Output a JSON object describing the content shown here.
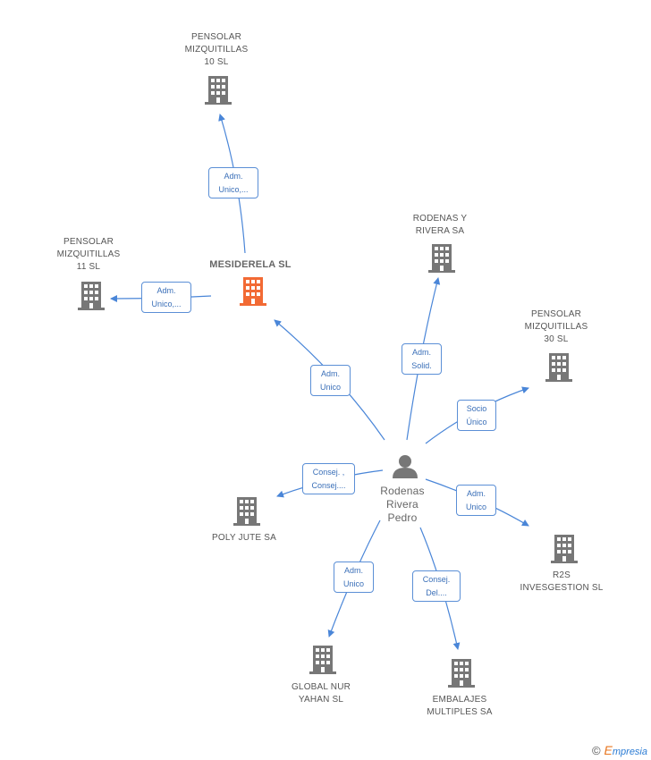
{
  "colors": {
    "edge": "#4a86d8",
    "building": "#777777",
    "center_building": "#f26a34",
    "person": "#777777"
  },
  "center": {
    "name": "MESIDERELA SL",
    "icon": "building-icon"
  },
  "person": {
    "lines": [
      "Rodenas",
      "Rivera",
      "Pedro"
    ],
    "icon": "person-icon"
  },
  "companies": [
    {
      "id": "pm10",
      "lines": [
        "PENSOLAR",
        "MIZQUITILLAS",
        "10 SL"
      ]
    },
    {
      "id": "pm11",
      "lines": [
        "PENSOLAR",
        "MIZQUITILLAS",
        "11 SL"
      ]
    },
    {
      "id": "ryr",
      "lines": [
        "RODENAS Y",
        "RIVERA SA"
      ]
    },
    {
      "id": "pm30",
      "lines": [
        "PENSOLAR",
        "MIZQUITILLAS",
        "30 SL"
      ]
    },
    {
      "id": "poly",
      "lines": [
        "POLY JUTE SA"
      ]
    },
    {
      "id": "r2s",
      "lines": [
        "R2S",
        "INVESGESTION SL"
      ]
    },
    {
      "id": "gny",
      "lines": [
        "GLOBAL NUR",
        "YAHAN SL"
      ]
    },
    {
      "id": "emb",
      "lines": [
        "EMBALAJES",
        "MULTIPLES SA"
      ]
    }
  ],
  "relations": [
    {
      "id": "r-pm10",
      "lines": [
        "Adm.",
        "Unico,..."
      ]
    },
    {
      "id": "r-pm11",
      "lines": [
        "Adm.",
        "Unico,..."
      ]
    },
    {
      "id": "r-mes",
      "lines": [
        "Adm.",
        "Unico"
      ]
    },
    {
      "id": "r-ryr",
      "lines": [
        "Adm.",
        "Solid."
      ]
    },
    {
      "id": "r-pm30",
      "lines": [
        "Socio",
        "Único"
      ]
    },
    {
      "id": "r-poly",
      "lines": [
        "Consej. ,",
        "Consej...."
      ]
    },
    {
      "id": "r-r2s",
      "lines": [
        "Adm.",
        "Unico"
      ]
    },
    {
      "id": "r-gny",
      "lines": [
        "Adm.",
        "Unico"
      ]
    },
    {
      "id": "r-emb",
      "lines": [
        "Consej.",
        "Del...."
      ]
    }
  ],
  "brand": {
    "copyright": "©",
    "initial": "E",
    "rest": "mpresia"
  }
}
